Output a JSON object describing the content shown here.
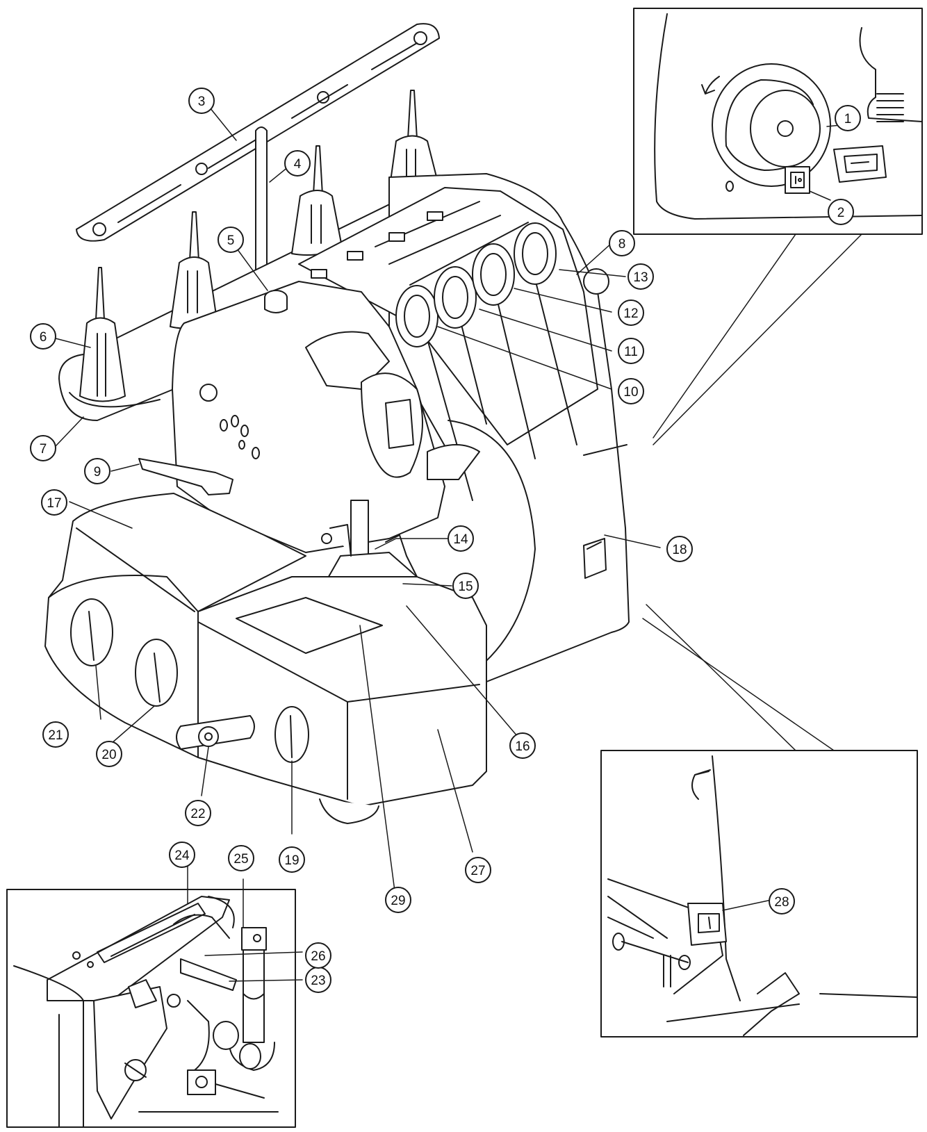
{
  "diagram": {
    "line_color": "#1a1a1a",
    "fill_color": "#ffffff",
    "main_callouts": [
      {
        "id": "3",
        "label": "3"
      },
      {
        "id": "4",
        "label": "4"
      },
      {
        "id": "5",
        "label": "5"
      },
      {
        "id": "6",
        "label": "6"
      },
      {
        "id": "7",
        "label": "7"
      },
      {
        "id": "8",
        "label": "8"
      },
      {
        "id": "9",
        "label": "9"
      },
      {
        "id": "10",
        "label": "10"
      },
      {
        "id": "11",
        "label": "11"
      },
      {
        "id": "12",
        "label": "12"
      },
      {
        "id": "13",
        "label": "13"
      },
      {
        "id": "14",
        "label": "14"
      },
      {
        "id": "15",
        "label": "15"
      },
      {
        "id": "16",
        "label": "16"
      },
      {
        "id": "17",
        "label": "17"
      },
      {
        "id": "18",
        "label": "18"
      },
      {
        "id": "19",
        "label": "19"
      },
      {
        "id": "20",
        "label": "20"
      },
      {
        "id": "21",
        "label": "21"
      },
      {
        "id": "22",
        "label": "22"
      },
      {
        "id": "27",
        "label": "27"
      },
      {
        "id": "29",
        "label": "29"
      }
    ],
    "inset_top_right_callouts": [
      {
        "id": "1",
        "label": "1"
      },
      {
        "id": "2",
        "label": "2"
      }
    ],
    "inset_bottom_left_callouts": [
      {
        "id": "23",
        "label": "23"
      },
      {
        "id": "24",
        "label": "24"
      },
      {
        "id": "25",
        "label": "25"
      },
      {
        "id": "26",
        "label": "26"
      }
    ],
    "inset_bottom_right_callouts": [
      {
        "id": "28",
        "label": "28"
      }
    ]
  }
}
